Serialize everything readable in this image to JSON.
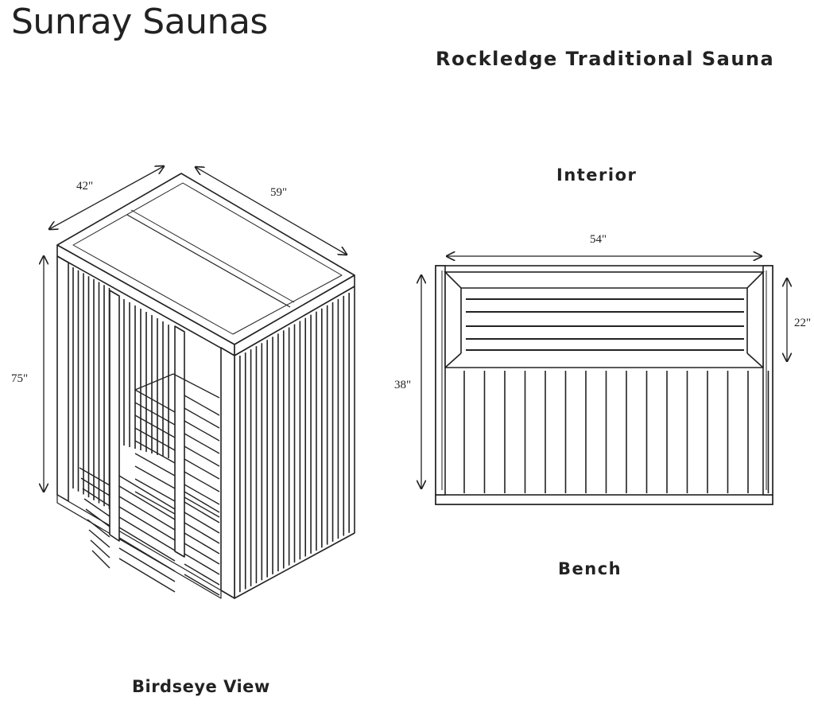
{
  "header": {
    "brand": "Sunray Saunas",
    "model": "Rockledge Traditional Sauna"
  },
  "birdseye": {
    "caption": "Birdseye View",
    "dimensions": {
      "depth": "42\"",
      "width": "59\"",
      "height": "75\""
    }
  },
  "interior": {
    "title": "Interior",
    "caption": "Bench",
    "dimensions": {
      "width": "54\"",
      "height": "38\"",
      "backrest": "22\""
    }
  }
}
